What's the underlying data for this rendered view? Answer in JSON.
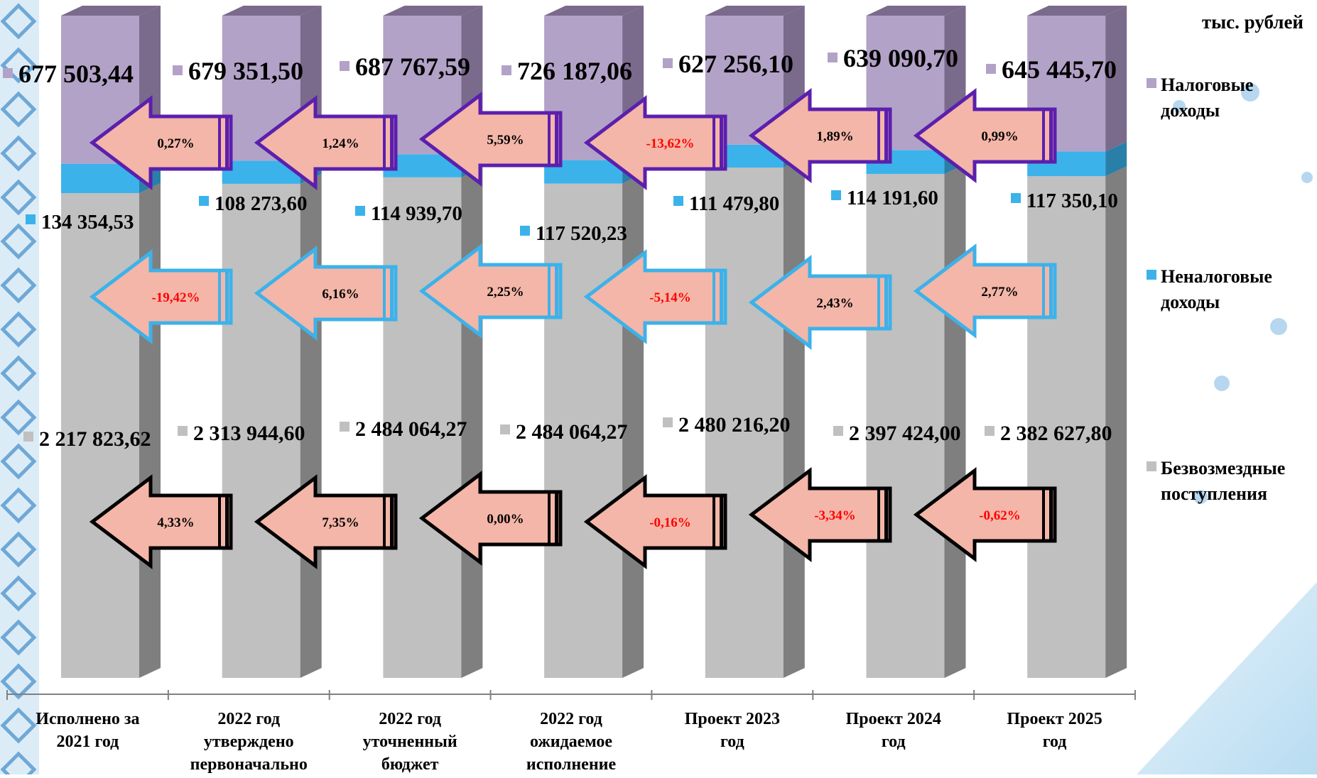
{
  "chart_data": {
    "type": "bar",
    "unit_label": "тыс. рублей",
    "categories": [
      "Исполнено за 2021 год",
      "2022 год утверждено первоначально",
      "2022 год уточненный бюджет",
      "2022 год ожидаемое исполнение",
      "Проект 2023 год",
      "Проект 2024 год",
      "Проект 2025 год"
    ],
    "category_lines": [
      [
        "Исполнено за",
        "2021 год"
      ],
      [
        "2022 год",
        "утверждено",
        "первоначально"
      ],
      [
        "2022 год",
        "уточненный",
        "бюджет"
      ],
      [
        "2022 год",
        "ожидаемое",
        "исполнение"
      ],
      [
        "Проект 2023",
        "год"
      ],
      [
        "Проект 2024",
        "год"
      ],
      [
        "Проект 2025",
        "год"
      ]
    ],
    "series": [
      {
        "name": "Безвозмездные поступления",
        "legend_lines": [
          "Безвозмездные",
          "поступления"
        ],
        "color": "#c0c0c0",
        "side_color": "#7f7f7f",
        "values": [
          2217823.62,
          2313944.6,
          2484064.27,
          2484064.27,
          2480216.2,
          2397424.0,
          2382627.8
        ],
        "labels": [
          "2 217 823,62",
          "2 313 944,60",
          "2 484 064,27",
          "2 484 064,27",
          "2 480 216,20",
          "2 397 424,00",
          "2 382 627,80"
        ],
        "changes": [
          "4,33%",
          "7,35%",
          "0,00%",
          "-0,16%",
          "-3,34%",
          "-0,62%"
        ],
        "arrow_border": "#000000"
      },
      {
        "name": "Неналоговые доходы",
        "legend_lines": [
          "Неналоговые",
          "доходы"
        ],
        "color": "#3cb2ea",
        "side_color": "#2a7fa8",
        "values": [
          134354.53,
          108273.6,
          114939.7,
          117520.23,
          111479.8,
          114191.6,
          117350.1
        ],
        "labels": [
          "134 354,53",
          "108 273,60",
          "114 939,70",
          "117 520,23",
          "111 479,80",
          "114 191,60",
          "117 350,10"
        ],
        "changes": [
          "-19,42%",
          "6,16%",
          "2,25%",
          "-5,14%",
          "2,43%",
          "2,77%"
        ],
        "arrow_border": "#3cb2ea"
      },
      {
        "name": "Налоговые доходы",
        "legend_lines": [
          "Налоговые",
          "доходы"
        ],
        "color": "#b3a2c7",
        "side_color": "#7a6a8c",
        "values": [
          677503.44,
          679351.5,
          687767.59,
          726187.06,
          627256.1,
          639090.7,
          645445.7
        ],
        "labels": [
          "677 503,44",
          "679 351,50",
          "687 767,59",
          "726 187,06",
          "627 256,10",
          "639 090,70",
          "645 445,70"
        ],
        "changes": [
          "0,27%",
          "1,24%",
          "5,59%",
          "-13,62%",
          "1,89%",
          "0,99%"
        ],
        "arrow_border": "#5b1fae"
      }
    ],
    "colors": {
      "arrow_fill": "#f4b6a8",
      "negative_text": "#ff0000",
      "positive_text": "#000000"
    },
    "grid": false,
    "legend_position": "right"
  }
}
